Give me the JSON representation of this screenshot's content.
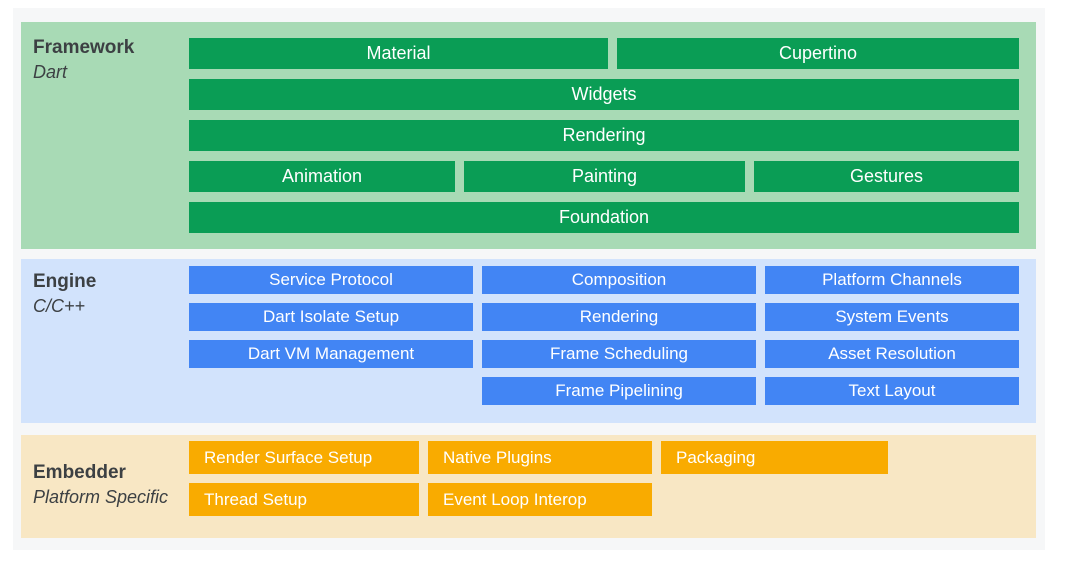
{
  "diagram": {
    "layers": [
      {
        "label": "Framework",
        "sublabel": "Dart",
        "rows": [
          [
            "Material",
            "Cupertino"
          ],
          [
            "Widgets"
          ],
          [
            "Rendering"
          ],
          [
            "Animation",
            "Painting",
            "Gestures"
          ],
          [
            "Foundation"
          ]
        ]
      },
      {
        "label": "Engine",
        "sublabel": "C/C++",
        "rows": [
          [
            "Service Protocol",
            "Composition",
            "Platform Channels"
          ],
          [
            "Dart Isolate Setup",
            "Rendering",
            "System Events"
          ],
          [
            "Dart VM Management",
            "Frame Scheduling",
            "Asset Resolution"
          ],
          [
            "",
            "Frame Pipelining",
            "Text Layout"
          ]
        ]
      },
      {
        "label": "Embedder",
        "sublabel": "Platform Specific",
        "rows": [
          [
            "Render Surface Setup",
            "Native Plugins",
            "Packaging"
          ],
          [
            "Thread Setup",
            "Event Loop Interop"
          ]
        ]
      }
    ],
    "colors": {
      "framework_block": "#0A9D55",
      "framework_band": "#A8DAB5",
      "engine_block": "#4285F4",
      "engine_band": "#D2E3FC",
      "embedder_block": "#F9AB00",
      "embedder_band": "#F8E7C4",
      "panel_background": "#F6F7F8",
      "label_text": "#3C4043",
      "block_text": "#FFFFFF"
    }
  }
}
